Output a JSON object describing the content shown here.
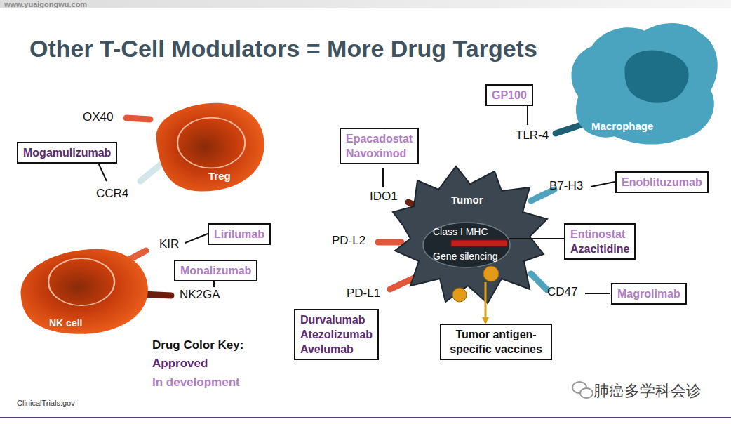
{
  "diagram": {
    "title": "Other T-Cell Modulators = More Drug Targets",
    "nodes": [
      {
        "text": [
          "Treg"
        ]
      },
      {
        "text": [
          "Mogamulizumab"
        ]
      },
      {
        "text": [
          "GP100"
        ]
      },
      {
        "text": [
          "Macrophage"
        ]
      },
      {
        "text": [
          "Epacadostat",
          "Navoximod"
        ]
      },
      {
        "text": [
          "Enoblituzumab"
        ]
      },
      {
        "text": [
          "Tumor",
          "Class I MHC",
          "Gene silencing"
        ]
      },
      {
        "text": [
          "Lirilumab"
        ]
      },
      {
        "text": [
          "Entinostat",
          "Azacitidine"
        ]
      },
      {
        "text": [
          "Monalizumab"
        ]
      },
      {
        "text": [
          "NK cell"
        ]
      },
      {
        "text": [
          "Magrolimab"
        ]
      },
      {
        "text": [
          "Durvalumab",
          "Atezolizumab",
          "Avelumab"
        ]
      },
      {
        "text": [
          "Tumor antigen-specific vaccines"
        ]
      }
    ],
    "edges": [
      {
        "from": 6,
        "to": 13,
        "arrow": "to"
      },
      {
        "from": 6,
        "to": 8,
        "arrow": "none"
      }
    ],
    "labels": [
      "www.yuaigongwu.com",
      "OX40",
      "CCR4",
      "TLR-4",
      "IDO1",
      "B7-H3",
      "PD-L2",
      "KIR",
      "NK2GA",
      "PD-L1",
      "CD47",
      "Drug Color Key:",
      "ClinicalTrials.gov",
      "肺癌多学科会诊"
    ],
    "legend": [
      {
        "text": "Approved",
        "color": "#5b2a6e"
      },
      {
        "text": "In development",
        "color": "#b07cc3"
      }
    ]
  }
}
